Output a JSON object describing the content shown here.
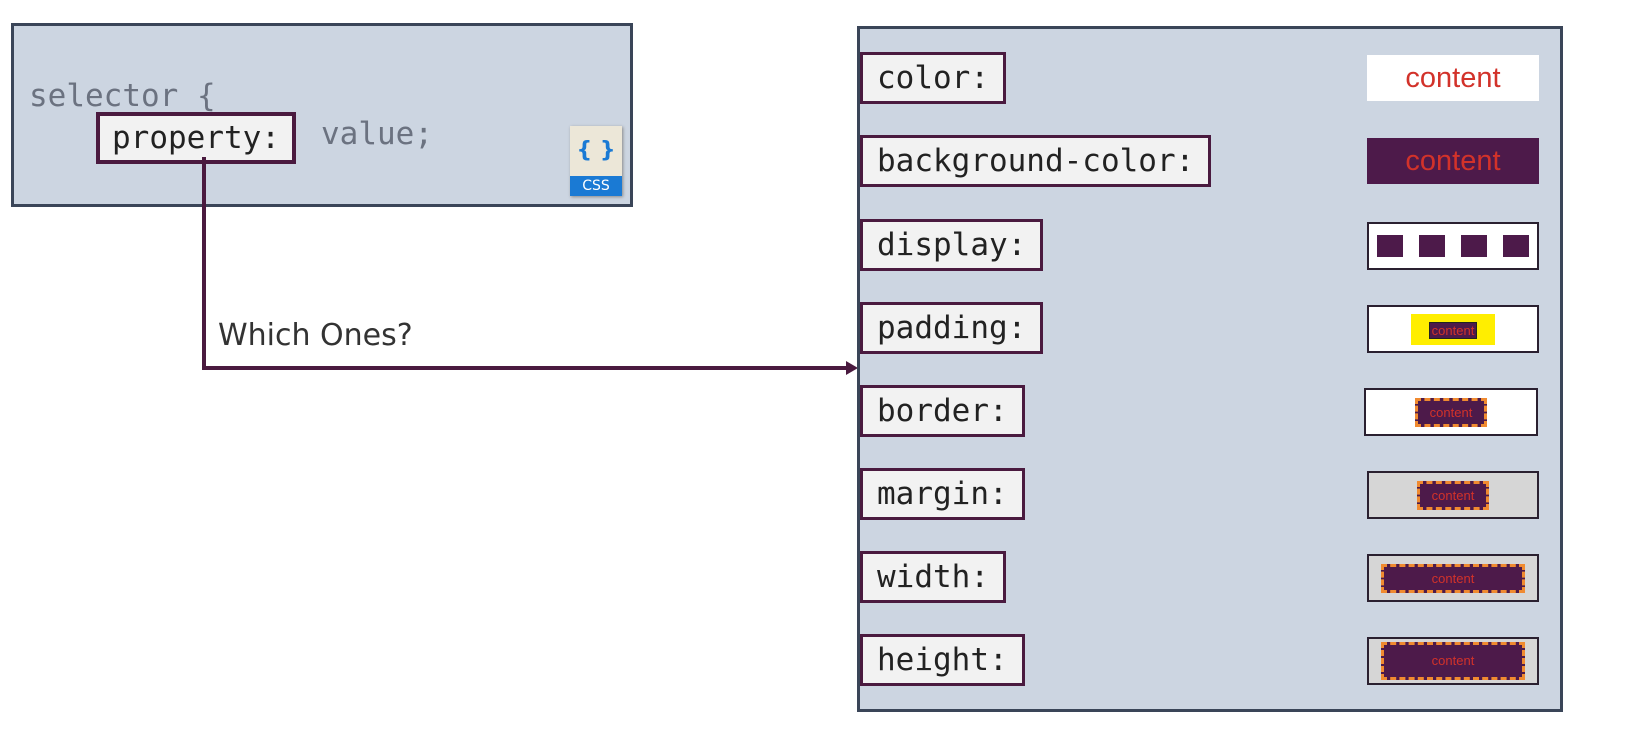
{
  "code": {
    "selector": "selector {",
    "property": "property:",
    "value": "value;",
    "icon_label": "CSS",
    "icon_braces": "{ }"
  },
  "connector_label": "Which Ones?",
  "properties": [
    {
      "label": "color:",
      "demo": "content"
    },
    {
      "label": "background-color:",
      "demo": "content"
    },
    {
      "label": "display:",
      "demo": ""
    },
    {
      "label": "padding:",
      "demo": "content"
    },
    {
      "label": "border:",
      "demo": "content"
    },
    {
      "label": "margin:",
      "demo": "content"
    },
    {
      "label": "width:",
      "demo": "content"
    },
    {
      "label": "height:",
      "demo": "content"
    }
  ],
  "colors": {
    "accent": "#4a1a3f",
    "panel": "#ccd5e1",
    "text_red": "#d2322a",
    "dash": "#f08a30",
    "padding": "#ffee00"
  }
}
